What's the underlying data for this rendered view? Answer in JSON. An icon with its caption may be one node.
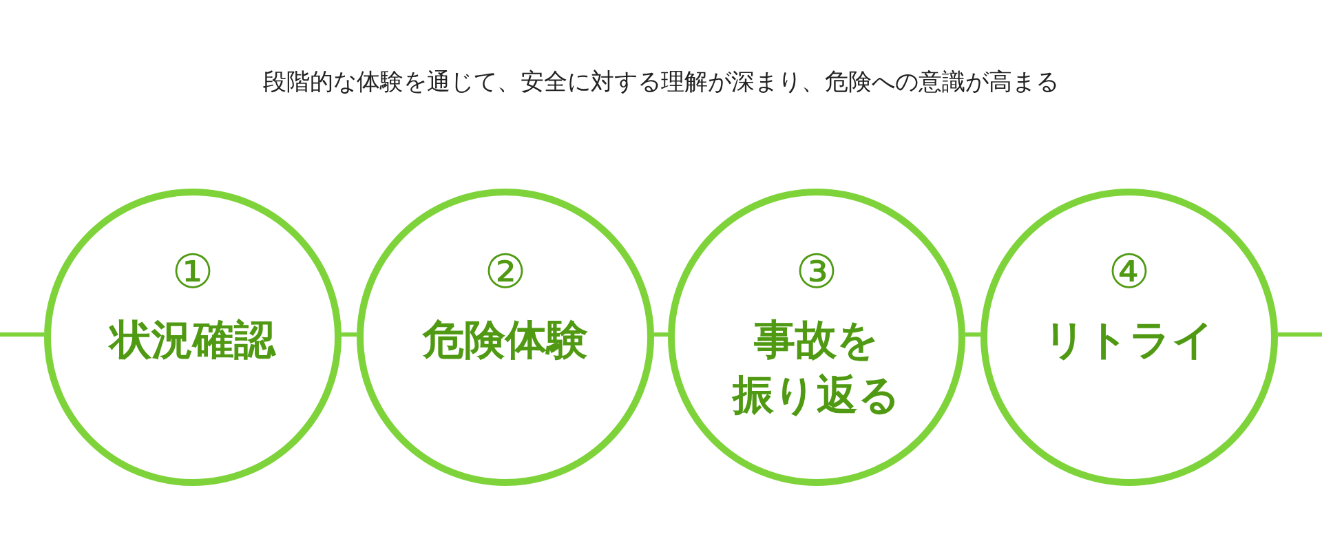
{
  "diagram": {
    "title": "段階的な体験を通じて、安全に対する理解が深まり、危険への意識が高まる",
    "nodes": [
      {
        "text": [
          "①",
          "状況確認"
        ]
      },
      {
        "text": [
          "②",
          "危険体験"
        ]
      },
      {
        "text": [
          "③",
          "事故を振り返る"
        ]
      },
      {
        "text": [
          "④",
          "リトライ"
        ]
      }
    ],
    "edges": [
      {
        "from": null,
        "to": 0,
        "arrow": "none"
      },
      {
        "from": 0,
        "to": 1,
        "arrow": "none"
      },
      {
        "from": 1,
        "to": 2,
        "arrow": "none"
      },
      {
        "from": 2,
        "to": 3,
        "arrow": "none"
      },
      {
        "from": 3,
        "to": null,
        "arrow": "none"
      }
    ]
  }
}
